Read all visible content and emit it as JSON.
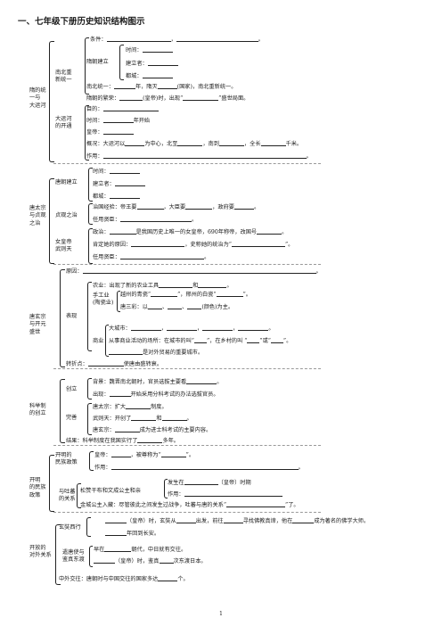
{
  "title": "一、七年级下册历史知识结构图示",
  "page_number": "1",
  "s1": {
    "name": [
      "隋的统",
      "一与",
      "大运河"
    ],
    "unify": [
      "南北重",
      "新统一"
    ],
    "canal": [
      "大运河",
      "的开通"
    ],
    "cond": "条件：",
    "found": "隋朝建立",
    "f_time": "时间：",
    "f_founder": "建立者：",
    "f_capital": "都城：",
    "unify_line": "南北统一：",
    "unify_year": "年，隋灭",
    "unify_state": "(国家)，南北重新统一。",
    "prosper": "隋朝的繁荣：",
    "prosper_emp": "(皇帝)时，出现“",
    "prosper_end": "”盛世局面。",
    "purpose": "目的：",
    "c_time": "时间：",
    "c_time_end": "年开始",
    "emperor": "皇帝：",
    "overview": "概况：大运河以",
    "ov_center": "为中心，北至",
    "ov_south": "，南到",
    "ov_len": "，全长",
    "ov_km": "千米。",
    "effect": "作用："
  },
  "s2": {
    "name": [
      "唐太宗",
      "与贞观",
      "之治"
    ],
    "found": "唐朝建立",
    "t_time": "时间：",
    "t_founder": "建立者：",
    "t_capital": "都城：",
    "zhenguan": "贞观之治",
    "zg_gov": "治国经验：帝王要",
    "zg_gov2": "，大臣要",
    "zg_gov3": "，政府要",
    "zg_off": "任用贤臣：",
    "wu": [
      "女皇帝",
      "武则天"
    ],
    "wu_pol": "政治：",
    "wu_pol2": "是我国历史上唯一的女皇帝，690年称帝，改国号",
    "wu_praise": "肯定她的原因：",
    "wu_praise2": "，史称她的统治为“",
    "wu_praise3": "”。",
    "wu_off": "任用贤臣："
  },
  "s3": {
    "name": [
      "唐玄宗",
      "与开元",
      "盛世"
    ],
    "reason": "原因：",
    "show": "表现",
    "agri": "农业：出现了新的农业工具",
    "agri2": "和",
    "craft": [
      "手工业",
      "(陶瓷业)"
    ],
    "cr1": "越州的青瓷“",
    "cr1b": "”，邢州的白瓷“",
    "cr1c": "”。",
    "cr2": "唐三彩：以",
    "cr2b": "(颜色)为主。",
    "commerce": "商业",
    "com1": "大城市：",
    "com2": "从事商业活动的场所：在城市的叫“",
    "com2b": "”，在乡村的叫 “",
    "com2c": "”或“",
    "com2d": "”。",
    "com3": "是对外贸易的重要城市。",
    "turn": "转折点：",
    "turn2": "使唐由盛转衰。"
  },
  "s4": {
    "name": [
      "科举制",
      "的创立"
    ],
    "create": "创立",
    "bg": "背景：魏晋南北朝时，官员选拔主要看",
    "appear": "出现：",
    "appear2": "开始采用分科考试的办法选拔官员。",
    "improve": "完善",
    "im1": "唐太宗：扩大",
    "im1b": "制度。",
    "im2": "武则天：开创了",
    "im2b": "和",
    "im3": "唐玄宗：",
    "im3b": "成为进士科考试的主要内容。",
    "result": "结果：科举制度在我国实行了",
    "result2": "多年。"
  },
  "s5": {
    "name": [
      "开明",
      "的民族",
      "政策"
    ],
    "policy": [
      "开明的",
      "民族政策"
    ],
    "ep": "皇帝：",
    "ep2": "，被尊称为“",
    "ep3": "”。",
    "ep_effect": "作用：",
    "tubo": [
      "与吐蕃",
      "的关系"
    ],
    "tb1": "松赞干布和文成公主和亲",
    "tb_t": "发生在",
    "tb_t2": "（皇帝）时期",
    "tb_e": "作用：",
    "tb2": "金城公主入藏：尽管彼此之间发生过战争，吐蕃与唐的关系“",
    "tb2b": "”了。"
  },
  "s6": {
    "name": [
      "开放的",
      "对外关系"
    ],
    "xz": "玄奘西行",
    "xz1": "（皇帝）时，玄奘从",
    "xz1b": "出发，前往",
    "xz1c": "寻找佛教真谛，他在",
    "xz1d": "成为著名的佛学大师。",
    "xz2": "年回到长安。",
    "jz": [
      "遣唐使与",
      "鉴真东渡"
    ],
    "jz1": "早在",
    "jz1b": "朝代，中日就有交往。",
    "jz2": "（皇帝）时，鉴真",
    "jz2b": "次东渡日本。",
    "foreign": "中外交往：唐朝时与中国交往的国家多达",
    "foreign2": "个。"
  }
}
